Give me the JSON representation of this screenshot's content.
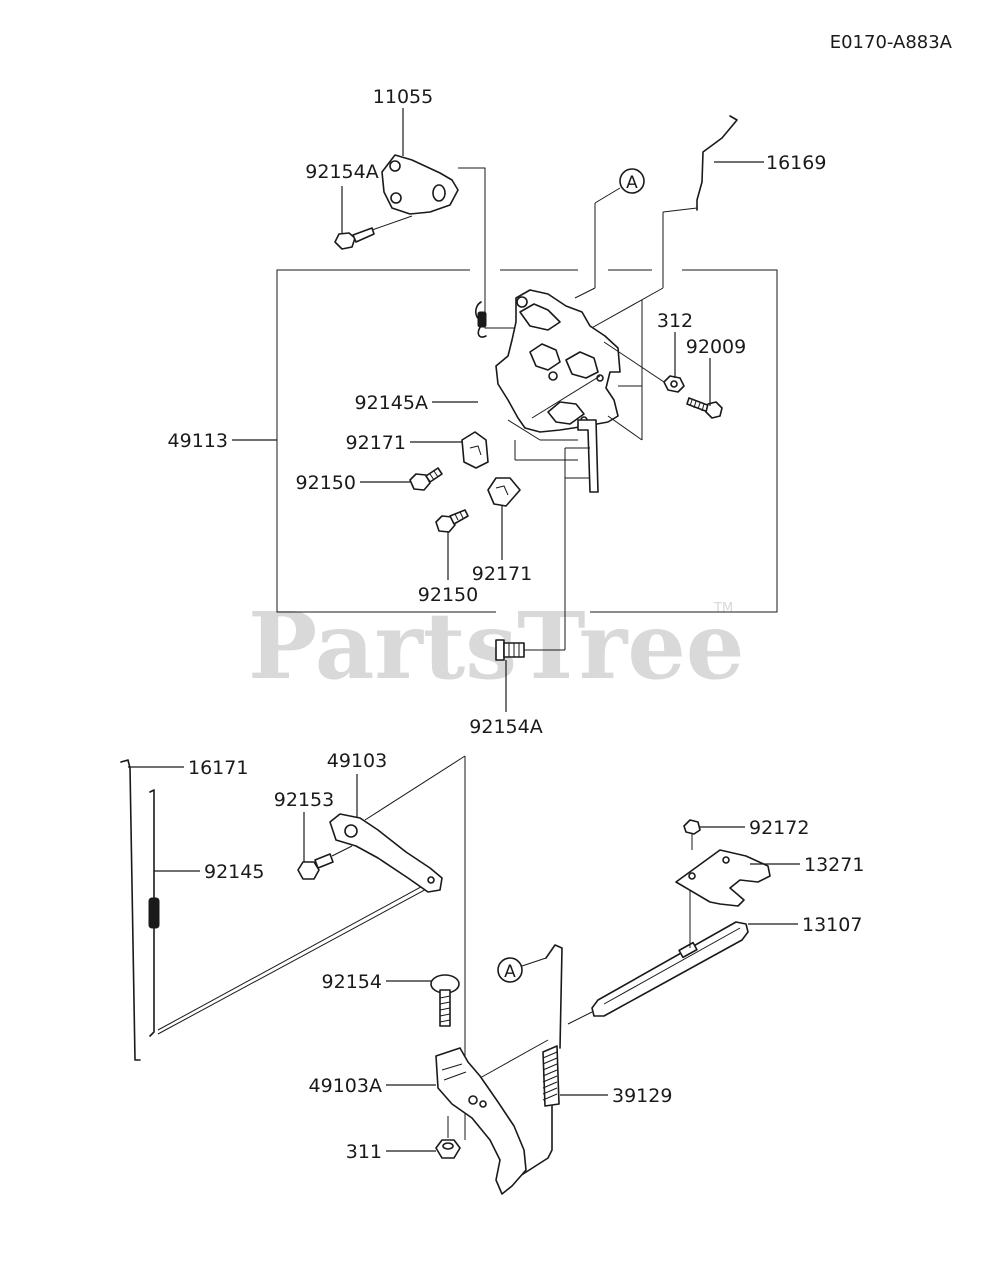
{
  "diagram_code": "E0170-A883A",
  "watermark": {
    "text": "PartsTree",
    "mark": "TM"
  },
  "reference_marker": "A",
  "parts": {
    "p11055": "11055",
    "p92154A_top": "92154A",
    "p16169": "16169",
    "p312": "312",
    "p92009": "92009",
    "p92145A": "92145A",
    "p49113": "49113",
    "p92171_a": "92171",
    "p92150_a": "92150",
    "p92171_b": "92171",
    "p92150_b": "92150",
    "p92154A_bottom": "92154A",
    "p16171": "16171",
    "p49103": "49103",
    "p92153": "92153",
    "p92145": "92145",
    "p92172": "92172",
    "p13271": "13271",
    "p13107": "13107",
    "p92154": "92154",
    "p49103A": "49103A",
    "p39129": "39129",
    "p311": "311"
  },
  "colors": {
    "ink": "#1a1a1a",
    "watermark": "#d9d9d9",
    "background": "#ffffff"
  }
}
